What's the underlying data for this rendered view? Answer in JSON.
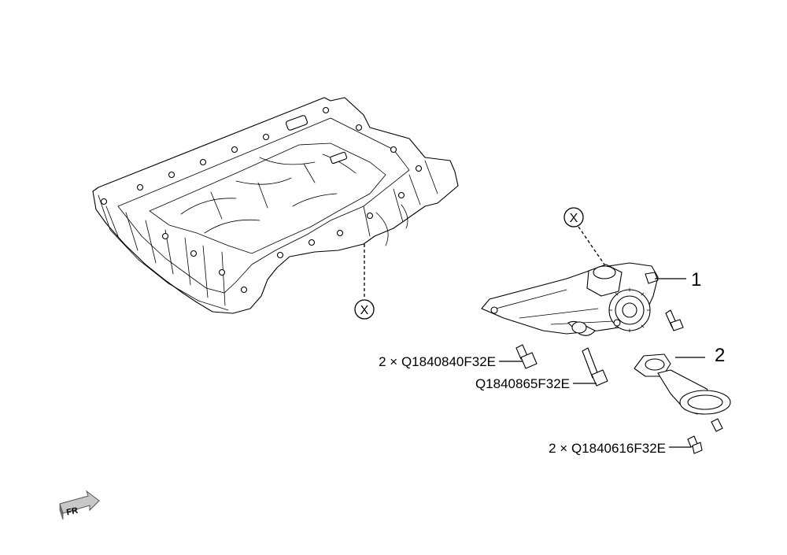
{
  "callouts": {
    "item_1": "1",
    "item_2": "2",
    "ref_x_pan": "X",
    "ref_x_pump": "X"
  },
  "part_labels": {
    "bolt_a": "2 × Q1840840F32E",
    "bolt_b": "Q1840865F32E",
    "bolt_c": "2 × Q1840616F32E"
  },
  "orientation": {
    "label": "FR"
  },
  "colors": {
    "line": "#000000",
    "background": "#ffffff",
    "arrow_fill": "#c8c8c8"
  }
}
